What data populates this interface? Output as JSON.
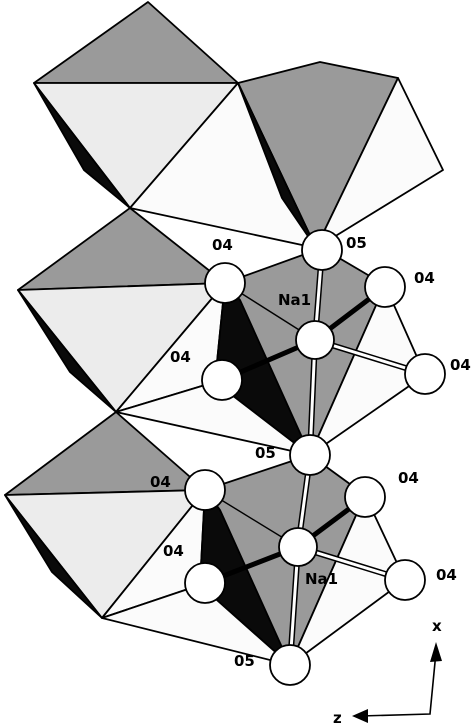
{
  "labels": {
    "o5_top": "05",
    "o4_upper_left": "04",
    "o4_upper_right": "04",
    "na1_upper": "Na1",
    "o4_upper_mid_left": "04",
    "o4_upper_far_right": "04",
    "o5_middle": "05",
    "o4_lower_left": "04",
    "o4_lower_right": "04",
    "o4_lower_mid_left": "04",
    "na1_lower": "Na1",
    "o4_lower_far_right": "04",
    "o5_bottom": "05"
  },
  "axes": {
    "x_label": "x",
    "z_label": "z"
  }
}
